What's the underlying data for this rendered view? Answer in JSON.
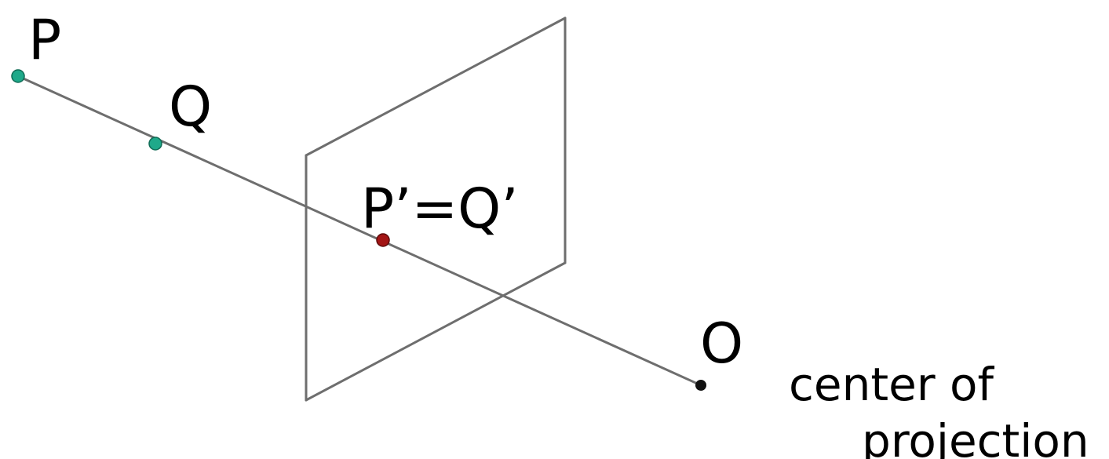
{
  "labels": {
    "point_p": "P",
    "point_q": "Q",
    "projected_point": "P’=Q’",
    "center_point": "O",
    "center_caption_line1": "center of",
    "center_caption_line2": "projection"
  },
  "colors": {
    "background": "#ffffff",
    "line": "#6e6e6e",
    "scene_point": "#1fa98a",
    "projected_point": "#a31515",
    "center_point": "#111111",
    "text": "#000000"
  }
}
